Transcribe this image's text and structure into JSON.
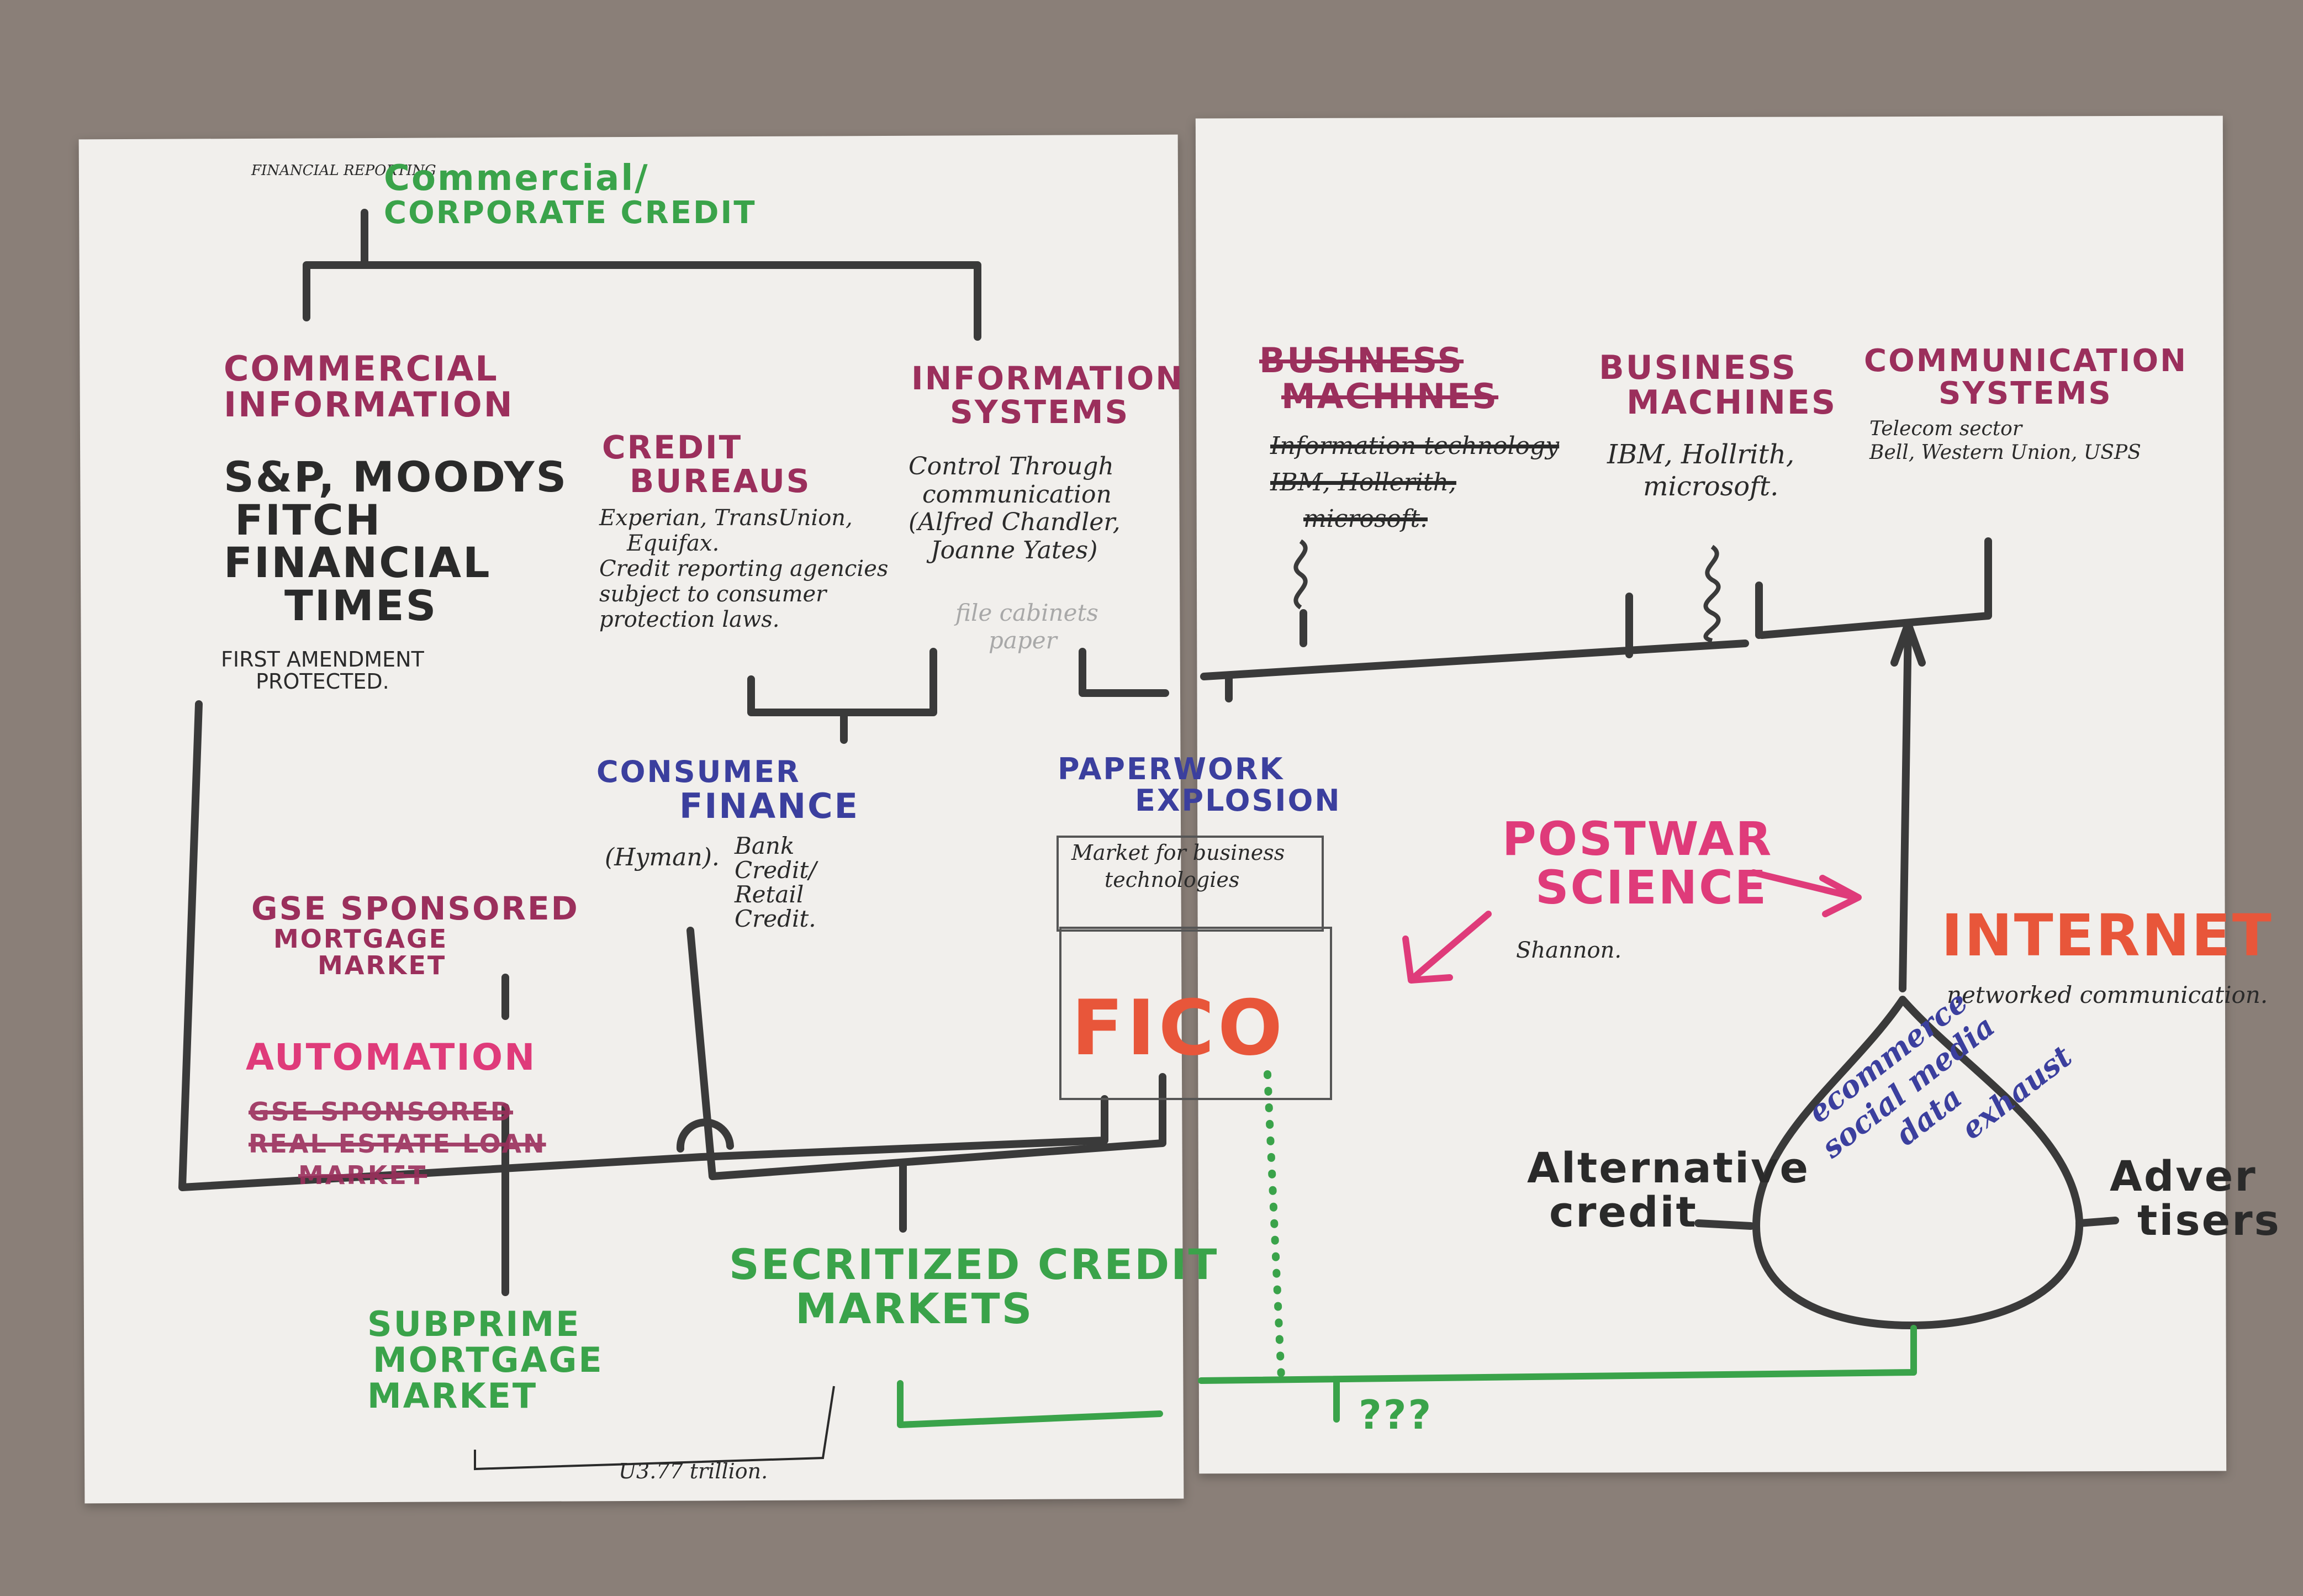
{
  "left_sheet": {
    "financial_reporting": "FINANCIAL REPORTING",
    "commercial_corporate_credit": [
      "Commercial/",
      "CORPORATE CREDIT"
    ],
    "commercial_information": {
      "title": [
        "COMMERCIAL",
        "INFORMATION"
      ],
      "examples": [
        "S&P, MOODYS",
        "FITCH",
        "FINANCIAL",
        "TIMES"
      ],
      "note": [
        "FIRST AMENDMENT",
        "PROTECTED."
      ]
    },
    "credit_bureaus": {
      "title": [
        "CREDIT",
        "BUREAUS"
      ],
      "examples": [
        "Experian, TransUnion,",
        "Equifax.",
        "Credit reporting agencies",
        "subject to consumer",
        "protection laws."
      ]
    },
    "information_systems": {
      "title": [
        "INFORMATION",
        "SYSTEMS"
      ],
      "note": [
        "Control Through",
        "communication",
        "(Alfred Chandler,",
        "Joanne Yates)"
      ],
      "faint": [
        "file cabinets",
        "paper"
      ]
    },
    "consumer_finance": {
      "title": [
        "CONSUMER",
        "FINANCE"
      ],
      "note_left": "(Hyman).",
      "note_right": [
        "Bank",
        "Credit/",
        "Retail",
        "Credit."
      ]
    },
    "paperwork_explosion": {
      "title": [
        "PAPERWORK",
        "EXPLOSION"
      ],
      "note": [
        "Market for business",
        "technologies"
      ]
    },
    "gse_sponsored": [
      "GSE SPONSORED",
      "MORTGAGE",
      "MARKET"
    ],
    "automation": "AUTOMATION",
    "scribbled_block": [
      "GSE SPONSORED",
      "REAL ESTATE LOAN",
      "MARKET"
    ],
    "fico": "FICO",
    "subprime": [
      "SUBPRIME",
      "MORTGAGE",
      "MARKET"
    ],
    "securitized": [
      "SECRITIZED CREDIT",
      "MARKETS"
    ],
    "trillion": "U3.77 trillion."
  },
  "right_sheet": {
    "crossed_title": [
      "BUSINESS",
      "MACHINES"
    ],
    "crossed_lines": [
      "Information technology",
      "IBM, Hollerith,",
      "microsoft."
    ],
    "business_machines": {
      "title": [
        "BUSINESS",
        "MACHINES"
      ],
      "examples": [
        "IBM, Hollrith,",
        "microsoft."
      ]
    },
    "communication_systems": {
      "title": [
        "COMMUNICATION",
        "SYSTEMS"
      ],
      "examples": [
        "Telecom sector",
        "Bell, Western Union, USPS"
      ]
    },
    "postwar_science": {
      "title": [
        "POSTWAR",
        "SCIENCE"
      ],
      "note": "Shannon."
    },
    "internet": {
      "title": "INTERNET",
      "note": "networked communication."
    },
    "drop_contents": [
      "ecommerce",
      "social media",
      "data",
      "exhaust"
    ],
    "alternative_credit": [
      "Alternative",
      "credit"
    ],
    "advertisers": [
      "Adver",
      "tisers"
    ],
    "unknown": "???"
  },
  "colors": {
    "green": "#3aa34a",
    "maroon": "#9b2f5c",
    "black": "#2a2a2a",
    "blue": "#3b3f9e",
    "pink": "#df3b7a",
    "red": "#e8563a",
    "paper": "#f1efec",
    "table": "#8a7f78"
  }
}
